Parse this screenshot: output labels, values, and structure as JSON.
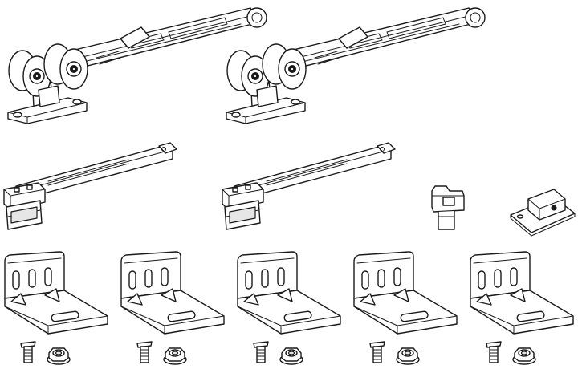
{
  "colors": {
    "line": "#1a1a1a",
    "fill": "#ffffff",
    "shade": "#e6e6e6"
  },
  "parts": {
    "roller_carriage_count": 2,
    "damper_arm_count": 2,
    "stopper_count": 1,
    "guide_plate_count": 1,
    "angle_bracket_count": 5,
    "screw_count": 5,
    "nut_count": 5
  }
}
